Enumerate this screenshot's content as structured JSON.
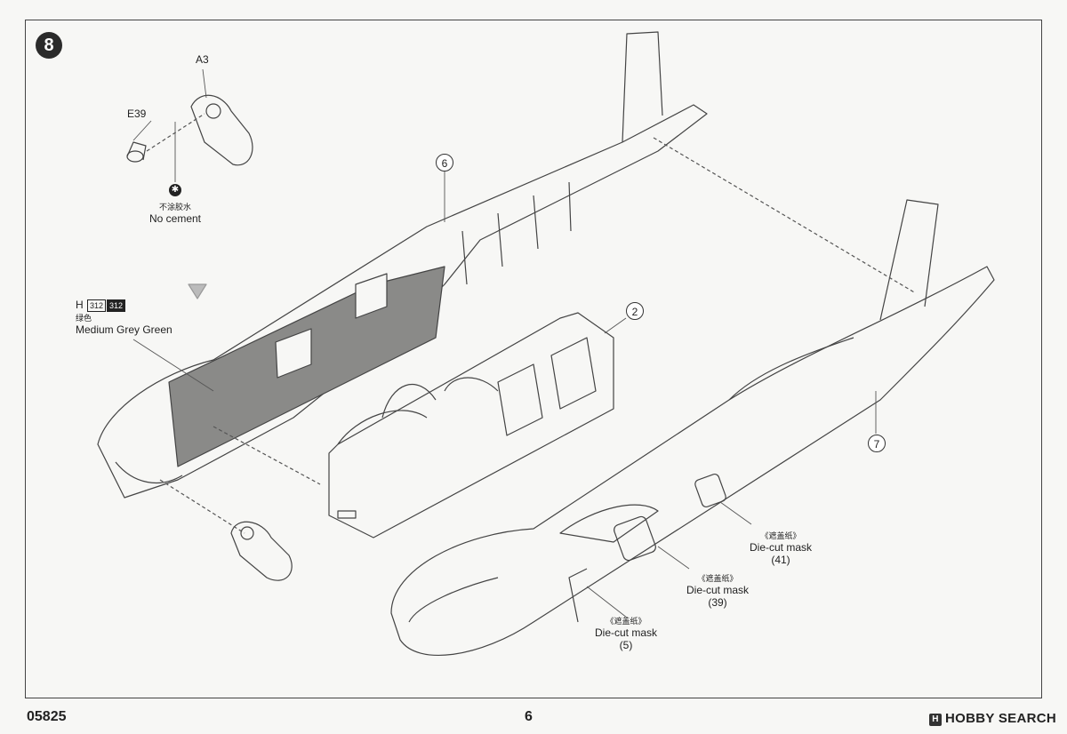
{
  "step": {
    "number": "8"
  },
  "parts": {
    "a3": "A3",
    "e39": "E39"
  },
  "no_cement": {
    "cn": "不涂胶水",
    "en": "No cement",
    "icon": "no-cement-icon"
  },
  "paint": {
    "code": "H",
    "box_a": "312",
    "box_b": "312",
    "cn": "绿色",
    "en": "Medium Grey Green"
  },
  "callouts": [
    "6",
    "2",
    "7"
  ],
  "masks": [
    {
      "cn": "《遮盖纸》",
      "en": "Die-cut mask",
      "num": "(41)"
    },
    {
      "cn": "《遮盖纸》",
      "en": "Die-cut mask",
      "num": "(39)"
    },
    {
      "cn": "《遮盖纸》",
      "en": "Die-cut mask",
      "num": "(5)"
    }
  ],
  "footer": {
    "code": "05825",
    "page": "6",
    "brand": "HOBBY SEARCH"
  },
  "colors": {
    "ink": "#2b2b2b",
    "paper": "#f7f7f5",
    "paint_fill": "#8a8a88"
  }
}
